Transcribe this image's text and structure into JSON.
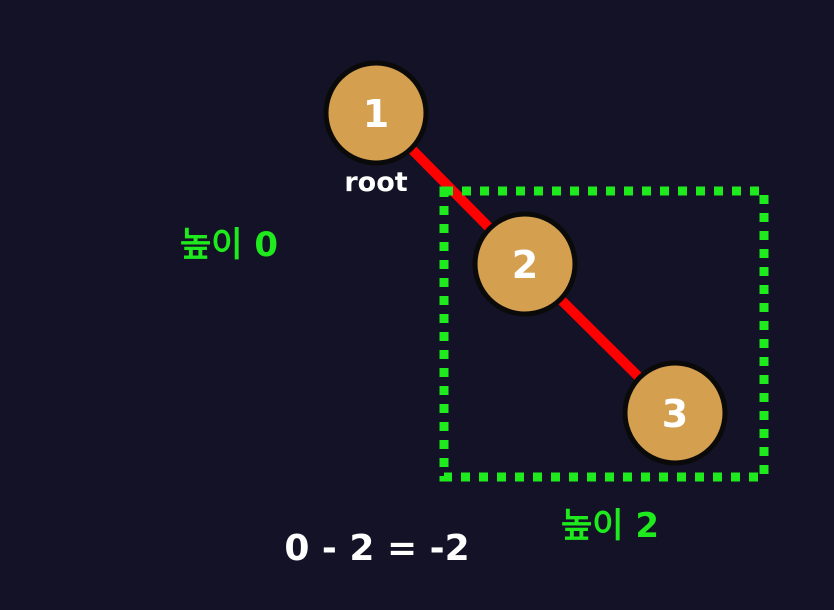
{
  "tree": {
    "nodes": [
      {
        "id": "1",
        "label": "1"
      },
      {
        "id": "2",
        "label": "2"
      },
      {
        "id": "3",
        "label": "3"
      }
    ],
    "edges": [
      [
        "1",
        "2"
      ],
      [
        "2",
        "3"
      ]
    ],
    "root_caption": "root"
  },
  "labels": {
    "left_height": "높이 0",
    "subtree_height": "높이 2",
    "formula": "0 - 2 = -2"
  },
  "colors": {
    "background": "#141226",
    "node_fill": "#d49f4e",
    "node_border": "#0a0a0a",
    "edge": "#ff0000",
    "highlight": "#1eea1e",
    "text": "#ffffff"
  }
}
